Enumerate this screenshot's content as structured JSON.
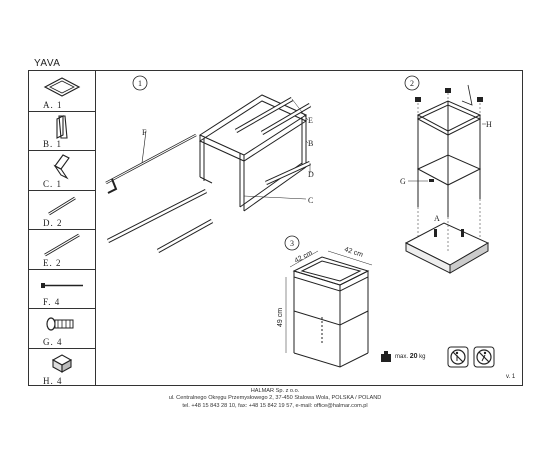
{
  "title": "YAVA",
  "parts": [
    {
      "label": "A. 1",
      "icon": "frame-icon"
    },
    {
      "label": "B. 1",
      "icon": "panel-b-icon"
    },
    {
      "label": "C. 1",
      "icon": "panel-c-icon"
    },
    {
      "label": "D. 2",
      "icon": "short-tube-icon"
    },
    {
      "label": "E. 2",
      "icon": "long-tube-icon"
    },
    {
      "label": "F. 4",
      "icon": "bolt-icon"
    },
    {
      "label": "G. 4",
      "icon": "screw-icon"
    },
    {
      "label": "H. 4",
      "icon": "foot-cap-icon"
    }
  ],
  "steps": {
    "step1": {
      "number": "1",
      "labels": {
        "E": "E",
        "B": "B",
        "D": "D",
        "C": "C",
        "F": "F"
      }
    },
    "step2": {
      "number": "2",
      "labels": {
        "H": "H",
        "G": "G",
        "A": "A"
      }
    },
    "step3": {
      "number": "3",
      "dim_w1": "42 cm",
      "dim_w2": "42 cm",
      "dim_h": "49 cm"
    }
  },
  "max_load": {
    "prefix": "max.",
    "value": "20",
    "unit": "kg"
  },
  "footer": {
    "company": "HALMAR Sp. z o.o.",
    "address": "ul. Centralnego Okręgu Przemysłowego 2, 37-450 Stalowa Wola, POLSKA / POLAND",
    "contact": "tel. +48 15 843 28 10, fax: +48 15 842 19 57, e-mail: office@halmar.com.pl"
  },
  "version": "v. 1"
}
